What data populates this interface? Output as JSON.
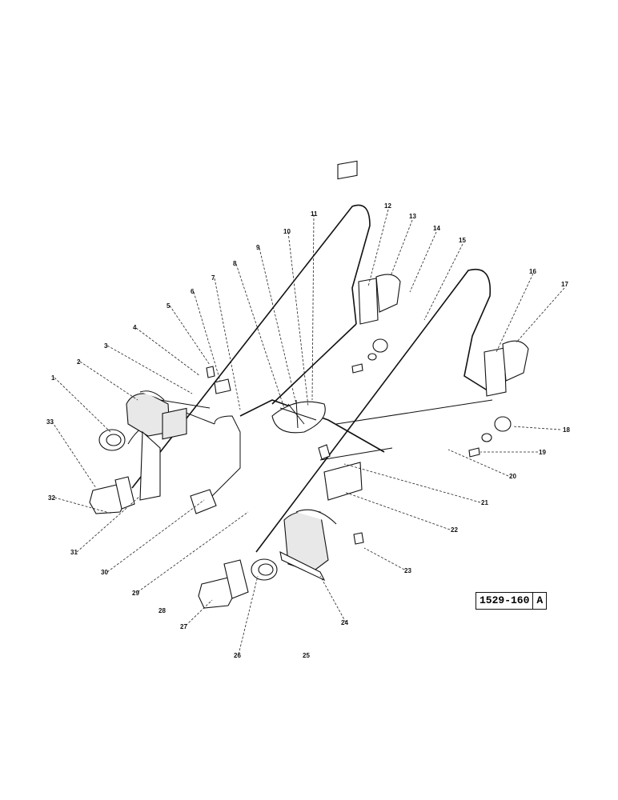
{
  "diagram": {
    "reference": {
      "number": "1529-160",
      "suffix": "A"
    },
    "callouts": [
      "1",
      "2",
      "3",
      "4",
      "5",
      "6",
      "7",
      "8",
      "9",
      "10",
      "11",
      "12",
      "13",
      "14",
      "15",
      "16",
      "17",
      "18",
      "19",
      "20",
      "21",
      "22",
      "23",
      "24",
      "25",
      "26",
      "27",
      "28",
      "29",
      "30",
      "31",
      "32",
      "33"
    ]
  }
}
